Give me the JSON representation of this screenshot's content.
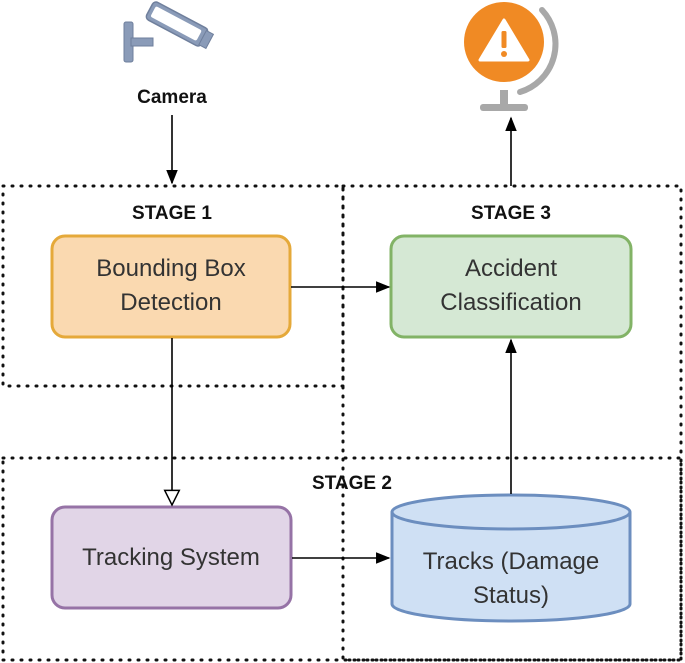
{
  "camera": {
    "label": "Camera",
    "icon": "security-camera-icon"
  },
  "alert": {
    "icon": "warning-globe-icon"
  },
  "stages": {
    "stage1": {
      "label": "STAGE 1"
    },
    "stage2": {
      "label": "STAGE 2"
    },
    "stage3": {
      "label": "STAGE 3"
    }
  },
  "nodes": {
    "bounding_box": {
      "line1": "Bounding Box",
      "line2": "Detection"
    },
    "accident": {
      "line1": "Accident",
      "line2": "Classification"
    },
    "tracking": {
      "line1": "Tracking System"
    },
    "tracks": {
      "line1": "Tracks (Damage",
      "line2": "Status)"
    }
  },
  "colors": {
    "orange_fill": "#fad9b0",
    "orange_stroke": "#e5a93a",
    "green_fill": "#d5e8d4",
    "green_stroke": "#82b366",
    "purple_fill": "#e1d5e7",
    "purple_stroke": "#9673a6",
    "blue_fill": "#cfe0f4",
    "blue_stroke": "#6c8ebf",
    "alert_orange": "#f08a24",
    "camera_gray": "#8a9bb8"
  }
}
